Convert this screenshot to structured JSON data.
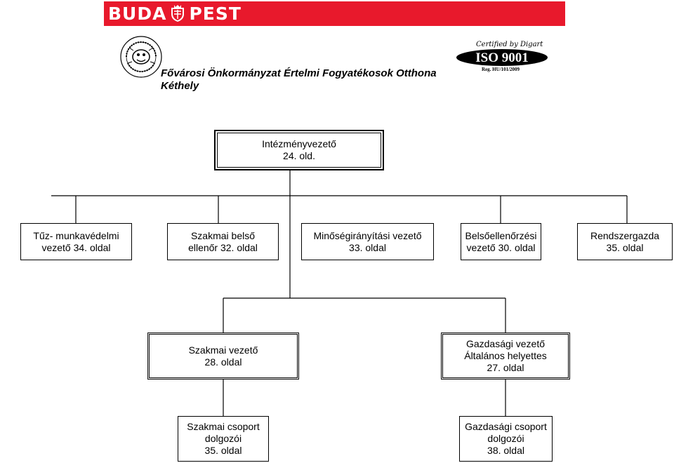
{
  "header": {
    "banner": {
      "left": "BUDA",
      "right": "PEST",
      "color": "#e8192c",
      "crest_icon": "budapest-coat-of-arms-icon"
    },
    "org_logo_icon": "kethely-seal-logo-icon",
    "org_name": "Fővárosi Önkormányzat Értelmi Fogyatékosok Otthona",
    "org_city": "Kéthely",
    "iso": {
      "certified": "Certified by Digart",
      "main": "ISO 9001",
      "reg": "Reg. HU/101/2009"
    }
  },
  "chart": {
    "root": {
      "lines": [
        "Intézményvezető",
        "24. old."
      ]
    },
    "level1": [
      {
        "lines": [
          "Tűz- munkavédelmi",
          "vezető 34. oldal"
        ]
      },
      {
        "lines": [
          "Szakmai belső",
          "ellenőr 32. oldal"
        ]
      },
      {
        "lines": [
          "Minőségirányítási vezető",
          "33. oldal"
        ]
      },
      {
        "lines": [
          "Belsőellenőrzési",
          "vezető 30. oldal"
        ]
      },
      {
        "lines": [
          "Rendszergazda",
          "35. oldal"
        ]
      }
    ],
    "level2": [
      {
        "lines": [
          "Szakmai vezető",
          "28. oldal"
        ]
      },
      {
        "lines": [
          "Gazdasági vezető",
          "Általános helyettes",
          "27. oldal"
        ]
      }
    ],
    "level3": [
      {
        "lines": [
          "Szakmai csoport",
          "dolgozói",
          "35. oldal"
        ]
      },
      {
        "lines": [
          "Gazdasági csoport",
          "dolgozói",
          "38. oldal"
        ]
      }
    ]
  }
}
